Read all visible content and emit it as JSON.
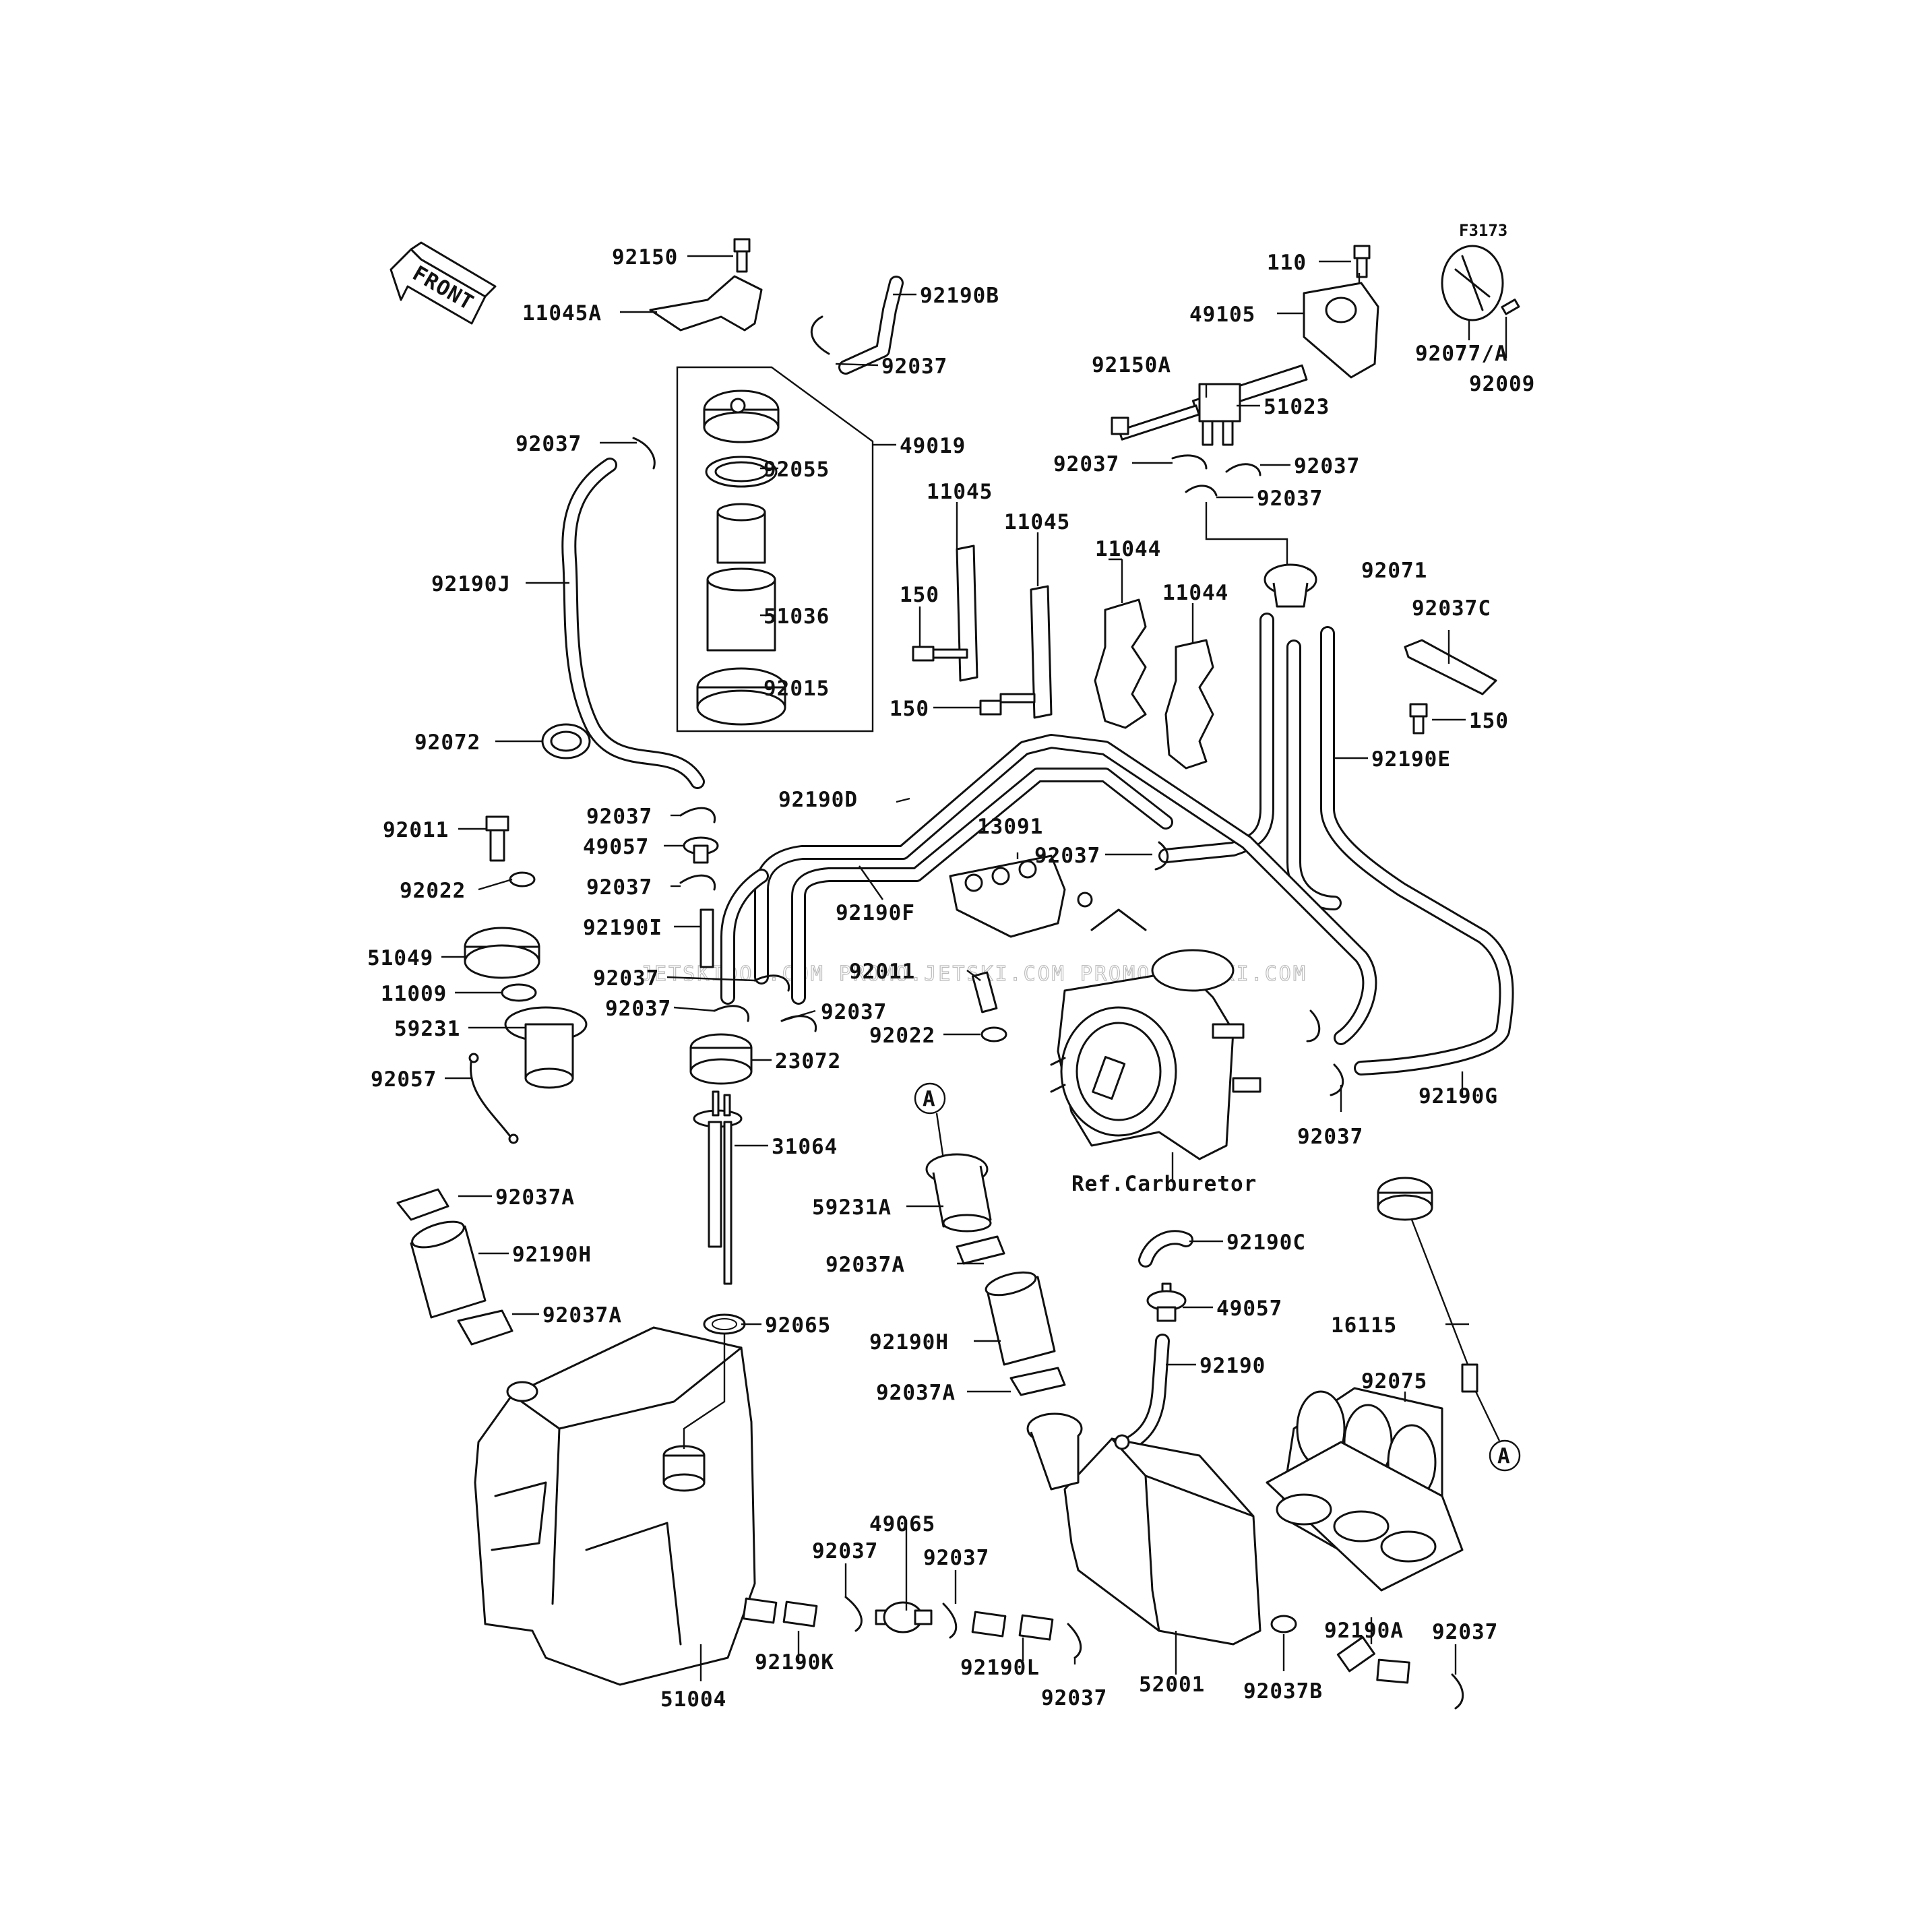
{
  "figure_id": "F3173",
  "front_label": "FRONT",
  "watermark": "JETSKIDOC.COM   PROMO.JETSKI.COM   PROMO.JETSKI.COM",
  "callout_A": "A",
  "ref_carburetor": "Ref.Carburetor",
  "labels": {
    "p92150": "92150",
    "p11045A": "11045A",
    "p92190B": "92190B",
    "p92037_top": "92037",
    "p49019": "49019",
    "p92055": "92055",
    "p51036": "51036",
    "p92015": "92015",
    "p92037_left": "92037",
    "p92190J": "92190J",
    "p92072": "92072",
    "p110": "110",
    "p49105": "49105",
    "p92077A": "92077/A",
    "p92009": "92009",
    "p92150A": "92150A",
    "p51023": "51023",
    "p92037_r1": "92037",
    "p92037_r2": "92037",
    "p92037_r3": "92037",
    "p92071": "92071",
    "p11045_a": "11045",
    "p11045_b": "11045",
    "p11044_a": "11044",
    "p11044_b": "11044",
    "p150_a": "150",
    "p150_b": "150",
    "p92037C": "92037C",
    "p150_c": "150",
    "p92190E": "92190E",
    "p92190D": "92190D",
    "p13091": "13091",
    "p92037_mid": "92037",
    "p92190F": "92190F",
    "p92011_a": "92011",
    "p92037_c1": "92037",
    "p49057_a": "49057",
    "p92037_c2": "92037",
    "p92022_a": "92022",
    "p92190I": "92190I",
    "p51049": "51049",
    "p92037_c3": "92037",
    "p11009": "11009",
    "p92037_c4": "92037",
    "p92037_c5": "92037",
    "p92011_b": "92011",
    "p59231": "59231",
    "p92022_b": "92022",
    "p23072": "23072",
    "p92057": "92057",
    "p31064": "31064",
    "p92037_carb": "92037",
    "p92190G": "92190G",
    "p92037A_a": "92037A",
    "p59231A": "59231A",
    "p92190H_a": "92190H",
    "p92037A_b": "92037A",
    "p92065": "92065",
    "p92037A_c": "92037A",
    "p92190C": "92190C",
    "p49057_b": "49057",
    "p92190H_b": "92190H",
    "p92190": "92190",
    "p16115": "16115",
    "p92037A_d": "92037A",
    "p92075": "92075",
    "p49065": "49065",
    "p92037_b1": "92037",
    "p92037_b2": "92037",
    "p92190K": "92190K",
    "p92190L": "92190L",
    "p92037_b3": "92037",
    "p52001": "52001",
    "p92190A": "92190A",
    "p92037_b4": "92037",
    "p92037B": "92037B",
    "p51004": "51004"
  }
}
